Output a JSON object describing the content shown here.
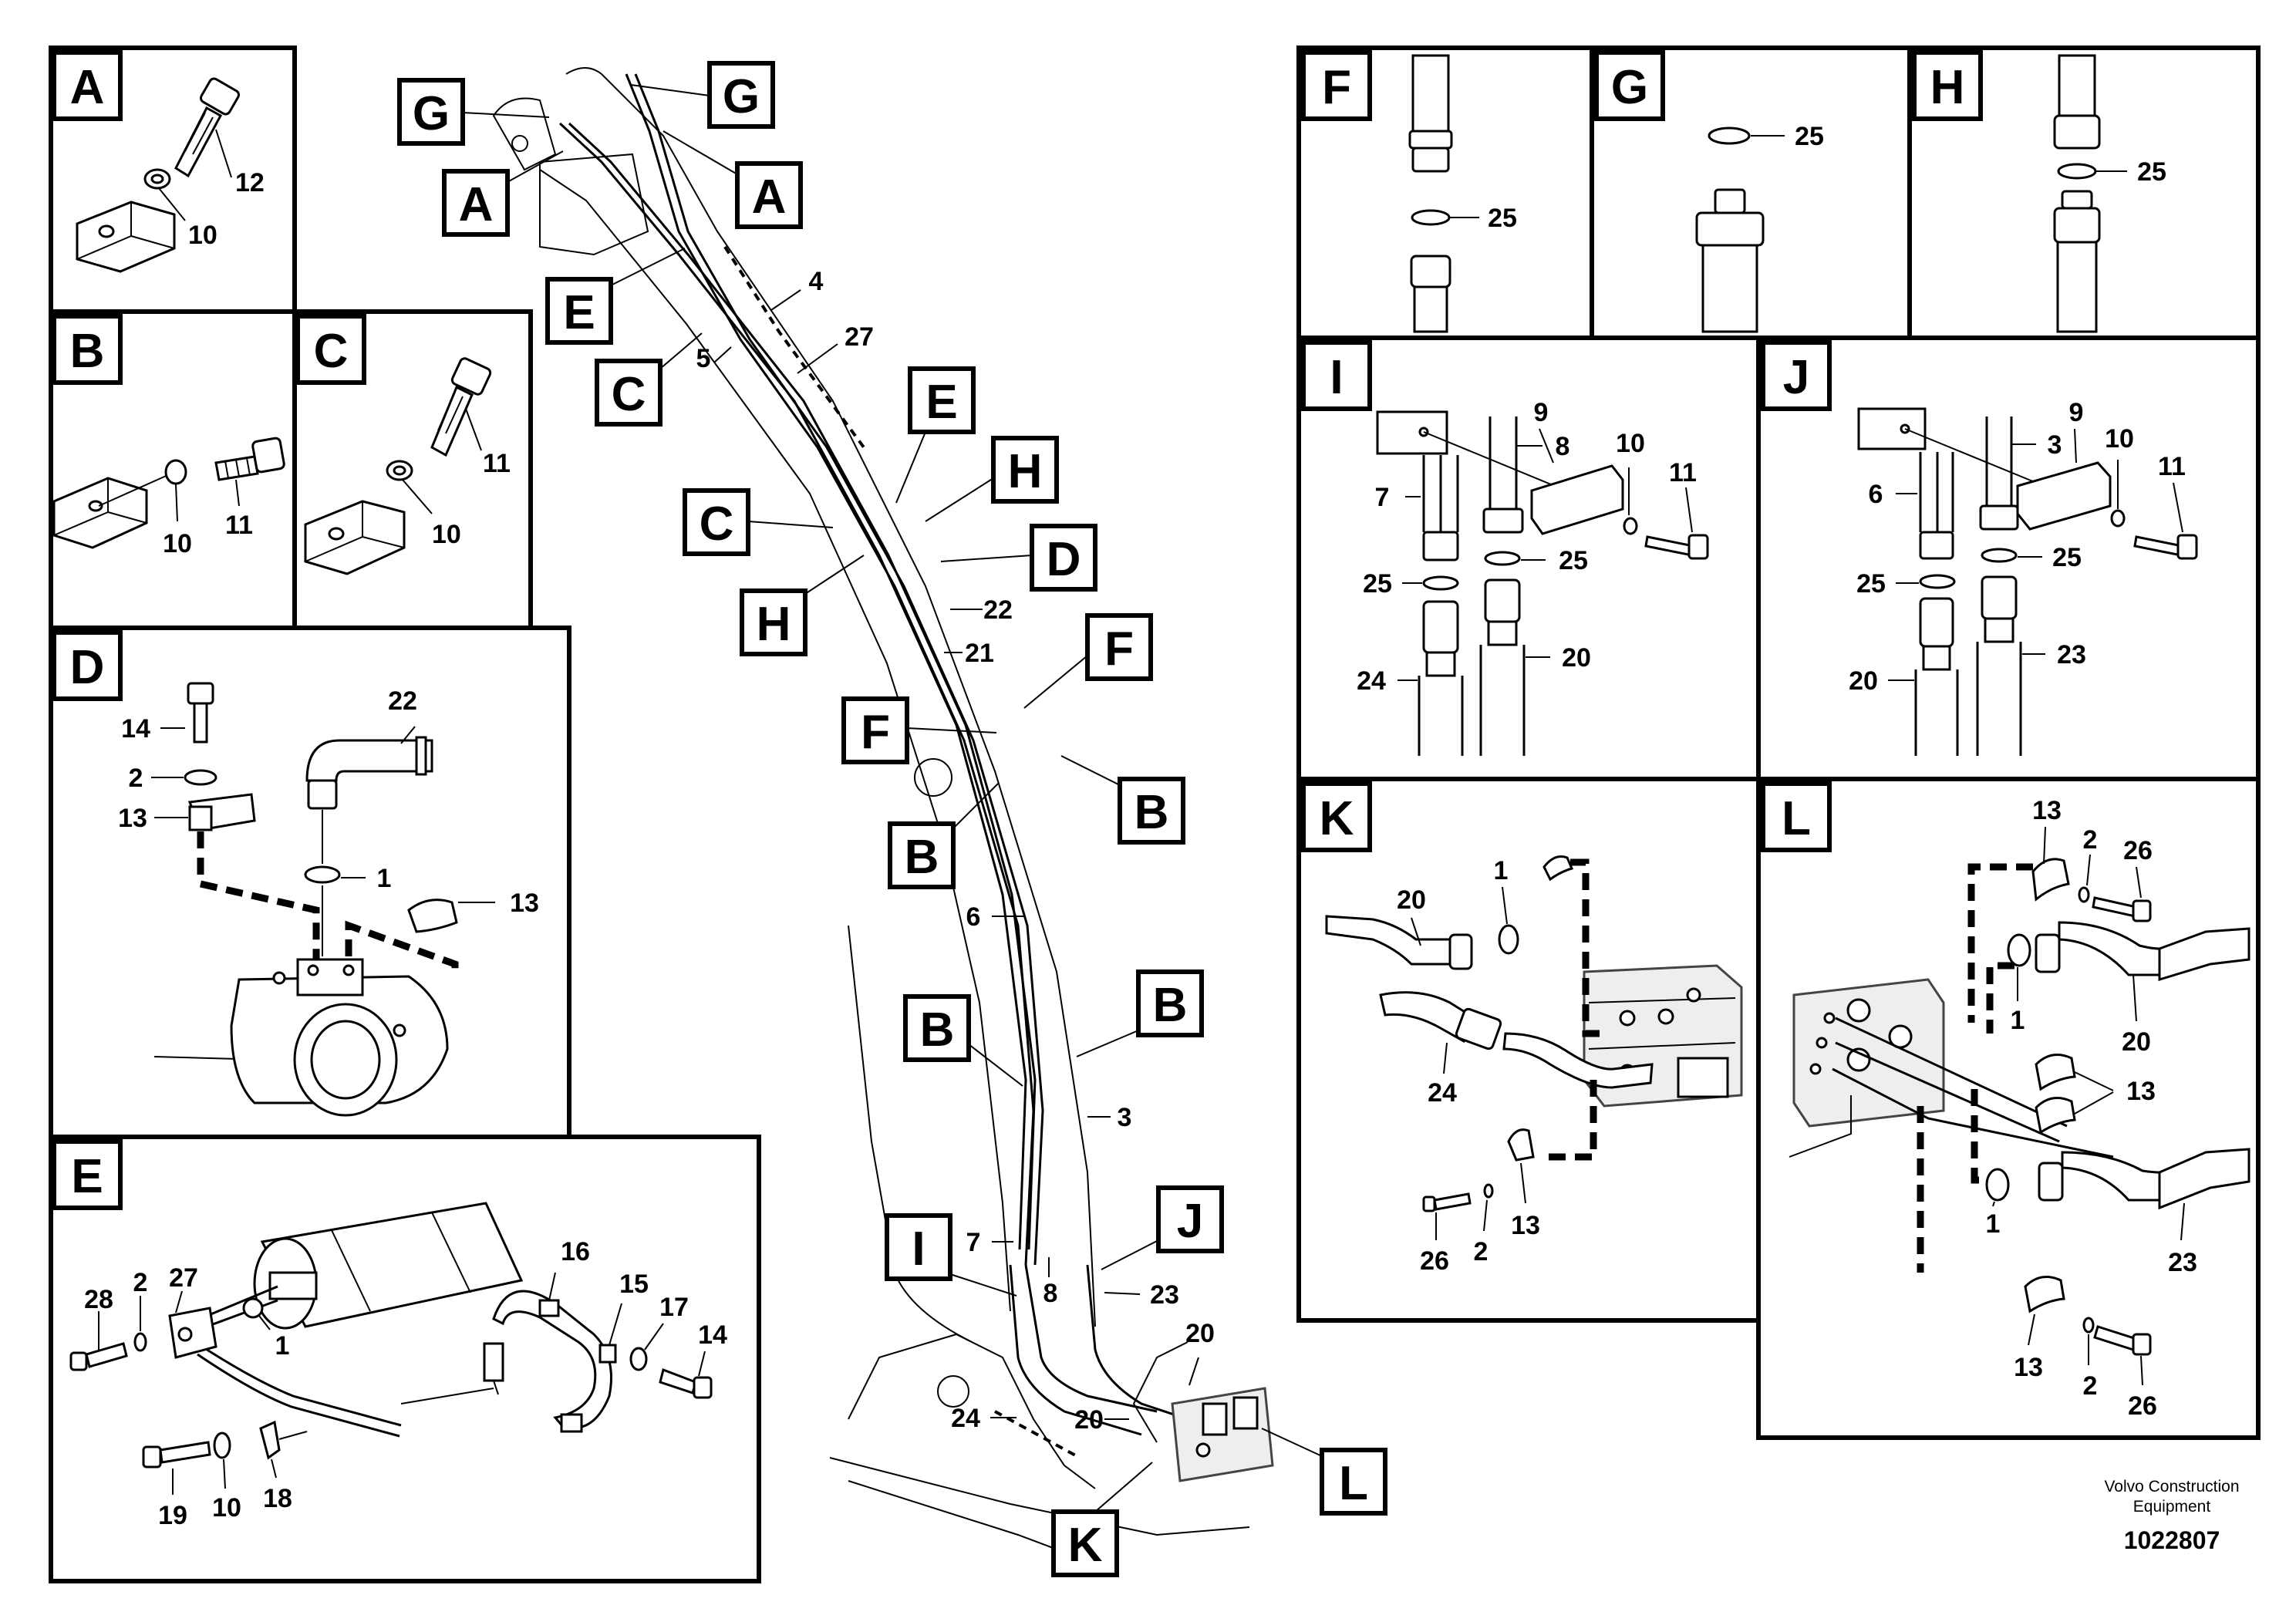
{
  "panels": {
    "A": {
      "letter": "A",
      "labels": [
        "12",
        "10"
      ]
    },
    "B": {
      "letter": "B",
      "labels": [
        "10",
        "11"
      ]
    },
    "C": {
      "letter": "C",
      "labels": [
        "11",
        "10"
      ]
    },
    "D": {
      "letter": "D",
      "labels": [
        "22",
        "14",
        "2",
        "13",
        "1",
        "13"
      ]
    },
    "E": {
      "letter": "E",
      "labels": [
        "27",
        "28",
        "2",
        "1",
        "16",
        "15",
        "17",
        "14",
        "19",
        "10",
        "18"
      ]
    },
    "F": {
      "letter": "F",
      "labels": [
        "25"
      ]
    },
    "G": {
      "letter": "G",
      "labels": [
        "25"
      ]
    },
    "H": {
      "letter": "H",
      "labels": [
        "25"
      ]
    },
    "I": {
      "letter": "I",
      "labels": [
        "9",
        "8",
        "10",
        "11",
        "7",
        "25",
        "25",
        "24",
        "20"
      ]
    },
    "J": {
      "letter": "J",
      "labels": [
        "9",
        "3",
        "10",
        "11",
        "6",
        "25",
        "25",
        "20",
        "23"
      ]
    },
    "K": {
      "letter": "K",
      "labels": [
        "1",
        "20",
        "24",
        "26",
        "2",
        "13"
      ]
    },
    "L": {
      "letter": "L",
      "labels": [
        "13",
        "2",
        "26",
        "1",
        "20",
        "13",
        "1",
        "23",
        "13",
        "2",
        "26"
      ]
    }
  },
  "main": {
    "callouts": [
      "G",
      "G",
      "A",
      "A",
      "E",
      "C",
      "E",
      "H",
      "C",
      "D",
      "H",
      "F",
      "F",
      "B",
      "B",
      "B",
      "B",
      "I",
      "J",
      "K",
      "L"
    ],
    "labels": [
      "4",
      "27",
      "5",
      "22",
      "21",
      "6",
      "3",
      "7",
      "8",
      "23",
      "20",
      "24",
      "20"
    ]
  },
  "footer": {
    "brand_line1": "Volvo Construction",
    "brand_line2": "Equipment",
    "drawing_number": "1022807"
  }
}
